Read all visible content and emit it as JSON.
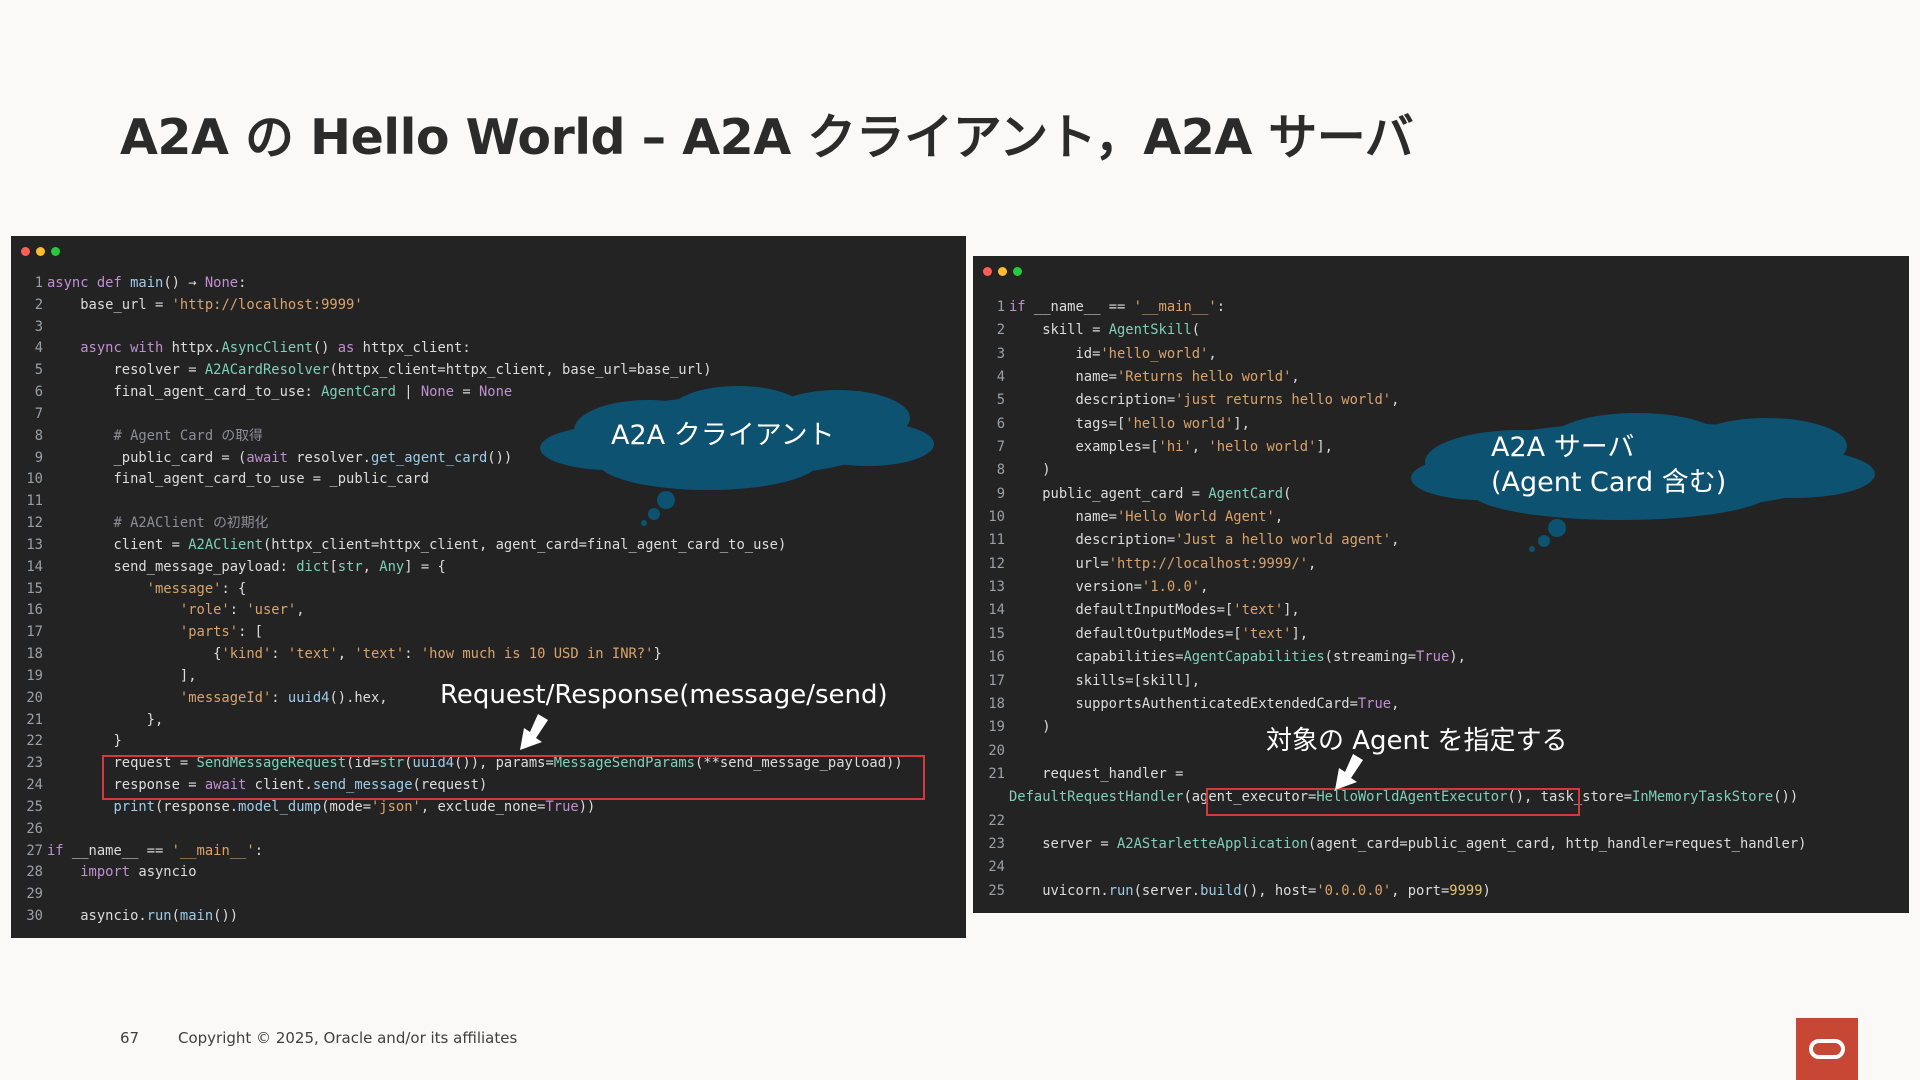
{
  "title": "A2A の Hello World – A2A クライアント，A2A サーバ",
  "colors": {
    "background": "#faf9f7",
    "code_bg": "#232323",
    "cloud": "#0d5271",
    "highlight_box": "#d33a3a",
    "oracle_red": "#c74634"
  },
  "window_dots": [
    "#ff5f56",
    "#ffbd2e",
    "#27c93f"
  ],
  "left_panel": {
    "lines": [
      [
        {
          "c": "kw",
          "t": "async def "
        },
        {
          "c": "fn",
          "t": "main"
        },
        {
          "t": "() → "
        },
        {
          "c": "kw",
          "t": "None"
        },
        {
          "t": ":"
        }
      ],
      [
        {
          "t": "    base_url = "
        },
        {
          "c": "str",
          "t": "'http://localhost:9999'"
        }
      ],
      [],
      [
        {
          "c": "kw",
          "t": "    async with "
        },
        {
          "t": "httpx."
        },
        {
          "c": "cls",
          "t": "AsyncClient"
        },
        {
          "t": "() "
        },
        {
          "c": "kw",
          "t": "as"
        },
        {
          "t": " httpx_client:"
        }
      ],
      [
        {
          "t": "        resolver = "
        },
        {
          "c": "cls",
          "t": "A2ACardResolver"
        },
        {
          "t": "(httpx_client=httpx_client, base_url=base_url)"
        }
      ],
      [
        {
          "t": "        final_agent_card_to_use: "
        },
        {
          "c": "cls",
          "t": "AgentCard"
        },
        {
          "t": " | "
        },
        {
          "c": "kw",
          "t": "None"
        },
        {
          "t": " = "
        },
        {
          "c": "kw",
          "t": "None"
        }
      ],
      [],
      [
        {
          "c": "cm",
          "t": "        # Agent Card の取得"
        }
      ],
      [
        {
          "t": "        _public_card = ("
        },
        {
          "c": "kw",
          "t": "await"
        },
        {
          "t": " resolver."
        },
        {
          "c": "fn",
          "t": "get_agent_card"
        },
        {
          "t": "())"
        }
      ],
      [
        {
          "t": "        final_agent_card_to_use = _public_card"
        }
      ],
      [],
      [
        {
          "c": "cm",
          "t": "        # A2AClient の初期化"
        }
      ],
      [
        {
          "t": "        client = "
        },
        {
          "c": "cls",
          "t": "A2AClient"
        },
        {
          "t": "(httpx_client=httpx_client, agent_card=final_agent_card_to_use)"
        }
      ],
      [
        {
          "t": "        send_message_payload: "
        },
        {
          "c": "cls",
          "t": "dict"
        },
        {
          "t": "["
        },
        {
          "c": "cls",
          "t": "str"
        },
        {
          "t": ", "
        },
        {
          "c": "cls",
          "t": "Any"
        },
        {
          "t": "] = {"
        }
      ],
      [
        {
          "c": "str",
          "t": "            'message'"
        },
        {
          "t": ": {"
        }
      ],
      [
        {
          "c": "str",
          "t": "                'role'"
        },
        {
          "t": ": "
        },
        {
          "c": "str",
          "t": "'user'"
        },
        {
          "t": ","
        }
      ],
      [
        {
          "c": "str",
          "t": "                'parts'"
        },
        {
          "t": ": ["
        }
      ],
      [
        {
          "t": "                    {"
        },
        {
          "c": "str",
          "t": "'kind'"
        },
        {
          "t": ": "
        },
        {
          "c": "str",
          "t": "'text'"
        },
        {
          "t": ", "
        },
        {
          "c": "str",
          "t": "'text'"
        },
        {
          "t": ": "
        },
        {
          "c": "str",
          "t": "'how much is 10 USD in INR?'"
        },
        {
          "t": "}"
        }
      ],
      [
        {
          "t": "                ],"
        }
      ],
      [
        {
          "c": "str",
          "t": "                'messageId'"
        },
        {
          "t": ": "
        },
        {
          "c": "fn",
          "t": "uuid4"
        },
        {
          "t": "().hex,"
        }
      ],
      [
        {
          "t": "            },"
        }
      ],
      [
        {
          "t": "        }"
        }
      ],
      [
        {
          "t": "        request = "
        },
        {
          "c": "cls",
          "t": "SendMessageRequest"
        },
        {
          "t": "(id="
        },
        {
          "c": "cls",
          "t": "str"
        },
        {
          "t": "("
        },
        {
          "c": "fn",
          "t": "uuid4"
        },
        {
          "t": "()), params="
        },
        {
          "c": "cls",
          "t": "MessageSendParams"
        },
        {
          "t": "(**send_message_payload))"
        }
      ],
      [
        {
          "t": "        response = "
        },
        {
          "c": "kw",
          "t": "await"
        },
        {
          "t": " client."
        },
        {
          "c": "fn",
          "t": "send_message"
        },
        {
          "t": "(request)"
        }
      ],
      [
        {
          "t": "        "
        },
        {
          "c": "fn",
          "t": "print"
        },
        {
          "t": "(response."
        },
        {
          "c": "fn",
          "t": "model_dump"
        },
        {
          "t": "(mode="
        },
        {
          "c": "str",
          "t": "'json'"
        },
        {
          "t": ", exclude_none="
        },
        {
          "c": "kw",
          "t": "True"
        },
        {
          "t": "))"
        }
      ],
      [],
      [
        {
          "c": "kw",
          "t": "if"
        },
        {
          "t": " __name__ == "
        },
        {
          "c": "str",
          "t": "'__main__'"
        },
        {
          "t": ":"
        }
      ],
      [
        {
          "c": "kw",
          "t": "    import"
        },
        {
          "t": " asyncio"
        }
      ],
      [],
      [
        {
          "t": "    asyncio."
        },
        {
          "c": "fn",
          "t": "run"
        },
        {
          "t": "("
        },
        {
          "c": "fn",
          "t": "main"
        },
        {
          "t": "())"
        }
      ]
    ],
    "cloud_label": "A2A クライアント",
    "annotation": "Request/Response(message/send)"
  },
  "right_panel": {
    "lines": [
      [
        {
          "c": "kw",
          "t": "if"
        },
        {
          "t": " __name__ == "
        },
        {
          "c": "str",
          "t": "'__main__'"
        },
        {
          "t": ":"
        }
      ],
      [
        {
          "t": "    skill = "
        },
        {
          "c": "cls",
          "t": "AgentSkill"
        },
        {
          "t": "("
        }
      ],
      [
        {
          "t": "        id="
        },
        {
          "c": "str",
          "t": "'hello_world'"
        },
        {
          "t": ","
        }
      ],
      [
        {
          "t": "        name="
        },
        {
          "c": "str",
          "t": "'Returns hello world'"
        },
        {
          "t": ","
        }
      ],
      [
        {
          "t": "        description="
        },
        {
          "c": "str",
          "t": "'just returns hello world'"
        },
        {
          "t": ","
        }
      ],
      [
        {
          "t": "        tags=["
        },
        {
          "c": "str",
          "t": "'hello world'"
        },
        {
          "t": "],"
        }
      ],
      [
        {
          "t": "        examples=["
        },
        {
          "c": "str",
          "t": "'hi'"
        },
        {
          "t": ", "
        },
        {
          "c": "str",
          "t": "'hello world'"
        },
        {
          "t": "],"
        }
      ],
      [
        {
          "t": "    )"
        }
      ],
      [
        {
          "t": "    public_agent_card = "
        },
        {
          "c": "cls",
          "t": "AgentCard"
        },
        {
          "t": "("
        }
      ],
      [
        {
          "t": "        name="
        },
        {
          "c": "str",
          "t": "'Hello World Agent'"
        },
        {
          "t": ","
        }
      ],
      [
        {
          "t": "        description="
        },
        {
          "c": "str",
          "t": "'Just a hello world agent'"
        },
        {
          "t": ","
        }
      ],
      [
        {
          "t": "        url="
        },
        {
          "c": "str",
          "t": "'http://localhost:9999/'"
        },
        {
          "t": ","
        }
      ],
      [
        {
          "t": "        version="
        },
        {
          "c": "str",
          "t": "'1.0.0'"
        },
        {
          "t": ","
        }
      ],
      [
        {
          "t": "        defaultInputModes=["
        },
        {
          "c": "str",
          "t": "'text'"
        },
        {
          "t": "],"
        }
      ],
      [
        {
          "t": "        defaultOutputModes=["
        },
        {
          "c": "str",
          "t": "'text'"
        },
        {
          "t": "],"
        }
      ],
      [
        {
          "t": "        capabilities="
        },
        {
          "c": "cls",
          "t": "AgentCapabilities"
        },
        {
          "t": "(streaming="
        },
        {
          "c": "kw",
          "t": "True"
        },
        {
          "t": "),"
        }
      ],
      [
        {
          "t": "        skills=[skill],"
        }
      ],
      [
        {
          "t": "        supportsAuthenticatedExtendedCard="
        },
        {
          "c": "kw",
          "t": "True"
        },
        {
          "t": ","
        }
      ],
      [
        {
          "t": "    )"
        }
      ],
      [],
      [
        {
          "t": "    request_handler ="
        }
      ],
      [
        {
          "c": "cls",
          "t": "DefaultRequestHandler"
        },
        {
          "t": "(agent_executor="
        },
        {
          "c": "cls",
          "t": "HelloWorldAgentExecutor"
        },
        {
          "t": "(), task_store="
        },
        {
          "c": "cls",
          "t": "InMemoryTaskStore"
        },
        {
          "t": "())"
        }
      ],
      [],
      [
        {
          "t": "    server = "
        },
        {
          "c": "cls",
          "t": "A2AStarletteApplication"
        },
        {
          "t": "(agent_card=public_agent_card, http_handler=request_handler)"
        }
      ],
      [],
      [
        {
          "t": "    uvicorn."
        },
        {
          "c": "fn",
          "t": "run"
        },
        {
          "t": "(server."
        },
        {
          "c": "fn",
          "t": "build"
        },
        {
          "t": "(), host="
        },
        {
          "c": "str",
          "t": "'0.0.0.0'"
        },
        {
          "t": ", port="
        },
        {
          "c": "num",
          "t": "9999"
        },
        {
          "t": ")"
        }
      ]
    ],
    "line_numbers": [
      "1",
      "2",
      "3",
      "4",
      "5",
      "6",
      "7",
      "8",
      "9",
      "10",
      "11",
      "12",
      "13",
      "14",
      "15",
      "16",
      "17",
      "18",
      "19",
      "20",
      "21",
      "",
      "22",
      "23",
      "24",
      "25"
    ],
    "cloud_label_line1": "A2A サーバ",
    "cloud_label_line2": "(Agent Card 含む)",
    "annotation": "対象の Agent を指定する"
  },
  "footer": {
    "page_number": "67",
    "copyright": "Copyright © 2025, Oracle and/or its affiliates"
  }
}
